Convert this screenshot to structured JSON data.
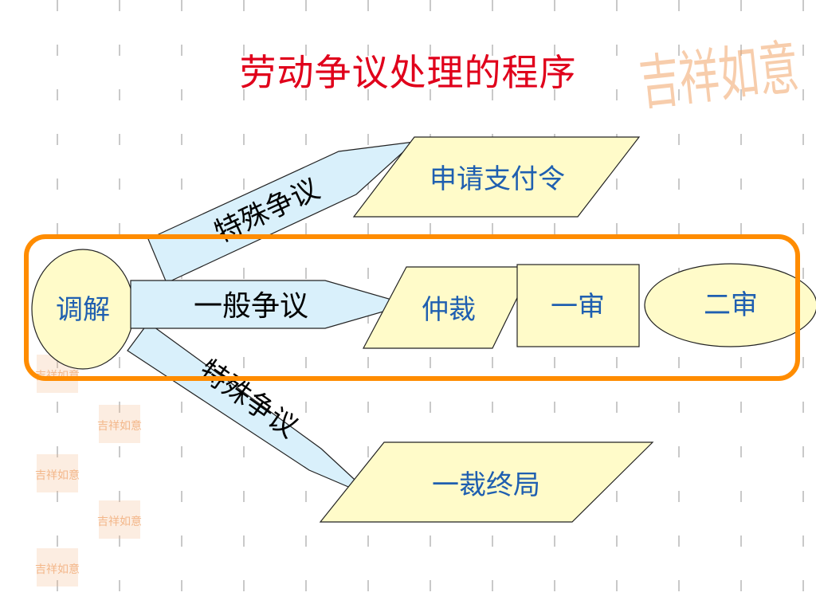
{
  "slide": {
    "title": "劳动争议处理的程序",
    "decoration": {
      "logo_text": "吉祥如意",
      "logo_color": "#f2a66a",
      "grid_color": "#c9c9c9"
    }
  },
  "diagram": {
    "nodes": {
      "mediation": "调解",
      "arbitration": "仲裁",
      "first_instance": "一审",
      "second_instance": "二审",
      "payment_order": "申请支付令",
      "final_ruling": "一裁终局"
    },
    "arrows": {
      "general": "一般争议",
      "special_upper": "特殊争议",
      "special_lower": "特殊争议"
    }
  },
  "colors": {
    "shape_fill": "#fffbc9",
    "arrow_fill": "#d9f0fb",
    "outline": "#222222",
    "node_text": "#1f5fb0",
    "arrow_text": "#000000",
    "highlight": "#ff8c00",
    "title": "#e0001b"
  }
}
